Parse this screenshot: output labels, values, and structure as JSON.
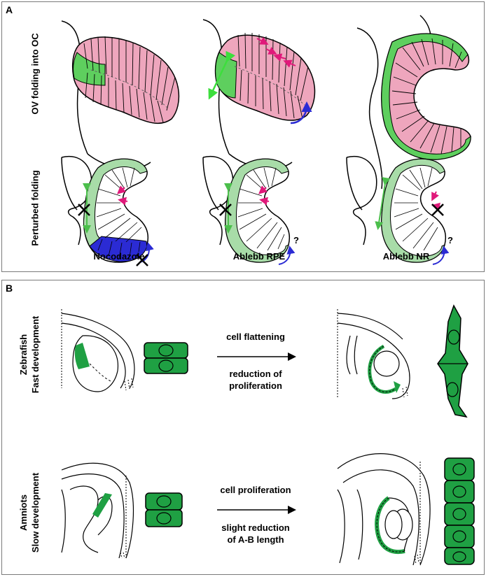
{
  "panel_a": {
    "label": "A",
    "row1_label": "OV folding into OC",
    "row2_label": "Perturbed folding",
    "captions": [
      "Nocodazole",
      "Ablebb RPE",
      "Ablebb NR"
    ],
    "question_mark": "?"
  },
  "panel_b": {
    "label": "B",
    "row1_label_line1": "Zebrafish",
    "row1_label_line2": "Fast development",
    "row2_label_line1": "Amniots",
    "row2_label_line2": "Slow development",
    "zebrafish_arrow_top": "cell flattening",
    "zebrafish_arrow_bottom_line1": "reduction of",
    "zebrafish_arrow_bottom_line2": "proliferation",
    "amniote_arrow_top": "cell proliferation",
    "amniote_arrow_bottom_line1": "slight reduction",
    "amniote_arrow_bottom_line2": "of A-B length"
  },
  "colors": {
    "neural_retina_pink": "#eea6bd",
    "rpe_green": "#5ecf5e",
    "light_green": "#a8dca8",
    "cell_green": "#1fa043",
    "blue": "#2b2bd4",
    "magenta_arrow": "#e0197a",
    "bright_green_arrow": "#3dde3d"
  }
}
